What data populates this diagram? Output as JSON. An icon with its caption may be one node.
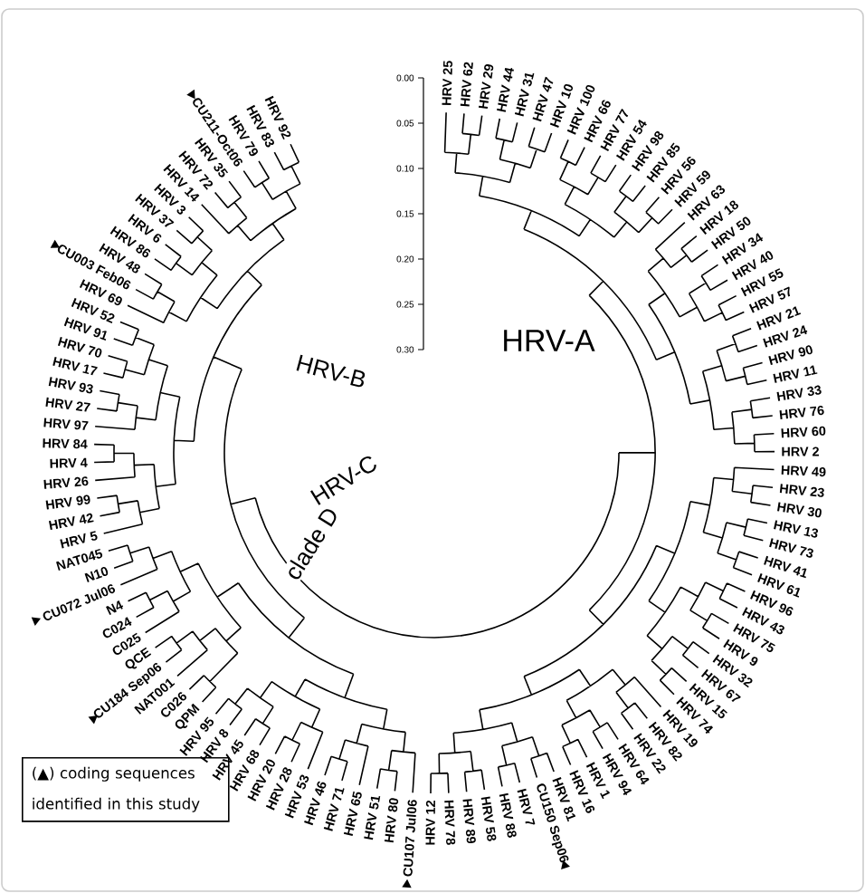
{
  "diagram": {
    "labels": [
      "HRV 26",
      "HRV 4",
      "HRV 84",
      "HRV 97",
      "HRV 27",
      "HRV 93",
      "HRV 17",
      "HRV 70",
      "HRV 91",
      "HRV 52",
      "HRV 69",
      "CU003 Feb06",
      "HRV 48",
      "HRV 86",
      "HRV 6",
      "HRV 37",
      "HRV 3",
      "HRV 14",
      "HRV 72",
      "HRV 35",
      "CU211-Oct06",
      "HRV 79",
      "HRV 83",
      "HRV 92",
      "HRV 25",
      "HRV 62",
      "HRV 29",
      "HRV 44",
      "HRV 31",
      "HRV 47",
      "HRV 10",
      "HRV 100",
      "HRV 66",
      "HRV 77",
      "HRV 54",
      "HRV 98",
      "HRV 85",
      "HRV 56",
      "HRV 59",
      "HRV 63",
      "HRV 18",
      "HRV 50",
      "HRV 34",
      "HRV 40",
      "HRV 55",
      "HRV 57",
      "HRV 21",
      "HRV 24",
      "HRV 90",
      "HRV 11",
      "HRV 33",
      "HRV 76",
      "HRV 60",
      "HRV 2",
      "HRV 99",
      "HRV 42",
      "HRV 5",
      "NAT045",
      "N10",
      "CU072 Jul06",
      "N4",
      "C024",
      "C025",
      "QCE",
      "CU184 Sep06",
      "NAT001",
      "C026",
      "QPM",
      "HRV 95",
      "HRV 8",
      "HRV 45",
      "HRV 68",
      "HRV 20",
      "HRV 28",
      "HRV 53",
      "HRV 46",
      "HRV 71",
      "HRV 65",
      "HRV 51",
      "HRV 80",
      "CU107 Jul06",
      "HRV 12",
      "HRV 78",
      "HRV 89",
      "HRV 58",
      "HRV 88",
      "HRV 7",
      "CU150 Sep06",
      "HRV 81",
      "HRV 16",
      "HRV 1",
      "HRV 94",
      "HRV 64",
      "HRV 22",
      "HRV 82",
      "HRV 19",
      "HRV 74",
      "HRV 15",
      "HRV 67",
      "HRV 32",
      "HRV 9",
      "HRV 75",
      "HRV 43",
      "HRV 96",
      "HRV 61",
      "HRV 41",
      "HRV 73",
      "HRV 13",
      "HRV 30",
      "HRV 23",
      "HRV 49",
      "HRV-A",
      "HRV-B",
      "HRV-C",
      "clade D",
      "0.00",
      "0.05",
      "0.10",
      "0.15",
      "0.20",
      "0.25",
      "0.30"
    ],
    "legend": [
      {
        "text": "(▲) coding sequences identified in this study"
      }
    ]
  }
}
